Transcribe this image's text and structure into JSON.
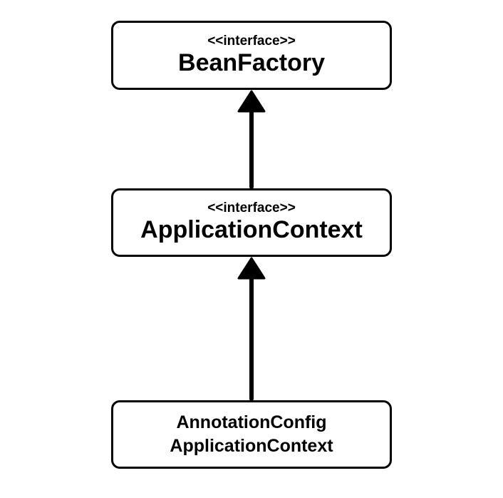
{
  "diagram": {
    "nodes": [
      {
        "id": "bean-factory",
        "stereotype": "<<interface>>",
        "name": "BeanFactory"
      },
      {
        "id": "application-context",
        "stereotype": "<<interface>>",
        "name": "ApplicationContext"
      },
      {
        "id": "annotation-config-application-context",
        "name_lines": [
          "AnnotationConfig",
          "ApplicationContext"
        ]
      }
    ],
    "edges": [
      {
        "from": "application-context",
        "to": "bean-factory",
        "type": "inheritance",
        "arrow": "filled-triangle"
      },
      {
        "from": "annotation-config-application-context",
        "to": "application-context",
        "type": "inheritance",
        "arrow": "filled-triangle"
      }
    ],
    "colors": {
      "stroke": "#000000",
      "fill": "#ffffff",
      "text": "#000000"
    }
  }
}
